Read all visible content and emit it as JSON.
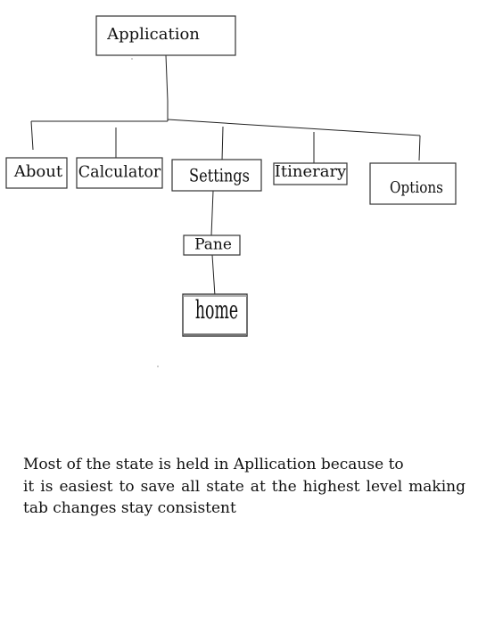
{
  "nodes": {
    "application": "Application",
    "about": "About",
    "calculator": "Calculator",
    "settings": "Settings",
    "itinerary": "Itinerary",
    "options": "Options",
    "pane": "Pane",
    "home": "home"
  },
  "caption": {
    "line1": "Most of the state is held in Apllication because to",
    "line2": "it is easiest to save all state at the highest level making",
    "line3": "tab changes stay consistent"
  }
}
